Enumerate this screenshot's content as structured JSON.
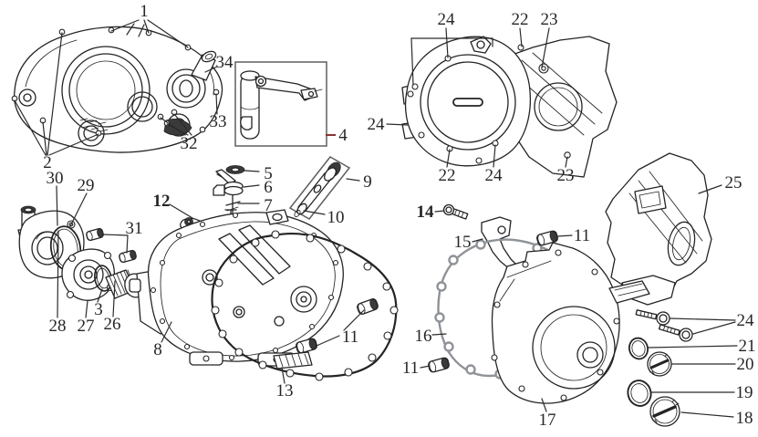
{
  "figure": {
    "background": "#ffffff",
    "line_color": "#242424",
    "label_color": "#262626",
    "leader_color": "#2b2b2b",
    "red_leader_color": "#8b3434",
    "gasket_gray_color": "#8f9398",
    "inset_box_color": "#5f5f5f"
  },
  "callouts": [
    {
      "id": "1",
      "label": "1"
    },
    {
      "id": "2",
      "label": "2"
    },
    {
      "id": "32",
      "label": "32"
    },
    {
      "id": "33",
      "label": "33"
    },
    {
      "id": "34",
      "label": "34"
    },
    {
      "id": "4",
      "label": "4"
    },
    {
      "id": "5",
      "label": "5"
    },
    {
      "id": "6",
      "label": "6"
    },
    {
      "id": "7",
      "label": "7"
    },
    {
      "id": "9",
      "label": "9"
    },
    {
      "id": "10",
      "label": "10"
    },
    {
      "id": "12",
      "label": "12"
    },
    {
      "id": "24-top",
      "label": "24"
    },
    {
      "id": "22-top",
      "label": "22"
    },
    {
      "id": "23-top",
      "label": "23"
    },
    {
      "id": "24-left",
      "label": "24"
    },
    {
      "id": "22-bottom",
      "label": "22"
    },
    {
      "id": "24-bottom",
      "label": "24"
    },
    {
      "id": "23-bottom",
      "label": "23"
    },
    {
      "id": "25",
      "label": "25"
    },
    {
      "id": "30",
      "label": "30"
    },
    {
      "id": "29",
      "label": "29"
    },
    {
      "id": "31",
      "label": "31"
    },
    {
      "id": "28",
      "label": "28"
    },
    {
      "id": "27",
      "label": "27"
    },
    {
      "id": "3",
      "label": "3"
    },
    {
      "id": "26",
      "label": "26"
    },
    {
      "id": "8",
      "label": "8"
    },
    {
      "id": "11-gasket",
      "label": "11"
    },
    {
      "id": "13",
      "label": "13"
    },
    {
      "id": "14",
      "label": "14"
    },
    {
      "id": "15",
      "label": "15"
    },
    {
      "id": "11-right-upper",
      "label": "11"
    },
    {
      "id": "16",
      "label": "16"
    },
    {
      "id": "11-right-lower",
      "label": "11"
    },
    {
      "id": "17",
      "label": "17"
    },
    {
      "id": "24-bolts",
      "label": "24"
    },
    {
      "id": "21",
      "label": "21"
    },
    {
      "id": "20",
      "label": "20"
    },
    {
      "id": "19",
      "label": "19"
    },
    {
      "id": "18",
      "label": "18"
    }
  ]
}
